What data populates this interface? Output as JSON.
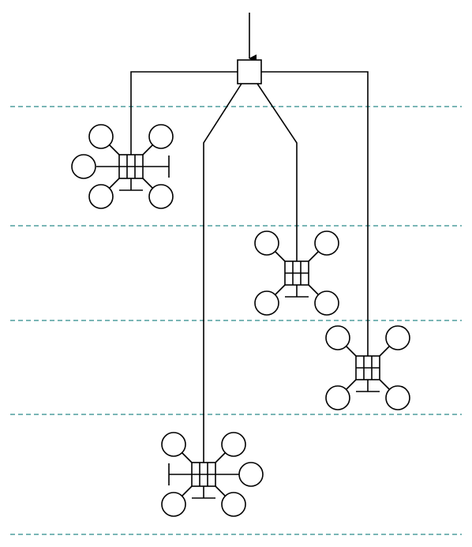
{
  "colors": {
    "line": "#000000",
    "divider": "#2a8a8a",
    "background": "#ffffff"
  },
  "diagram": {
    "source": {
      "icon": "input-arrow-icon",
      "hub": "distribution-hub-box"
    },
    "level_dividers": 5,
    "units": [
      {
        "id": "unit-1",
        "icon": "quadcopter-icon",
        "branch": "left-outer"
      },
      {
        "id": "unit-2",
        "icon": "quadcopter-icon",
        "branch": "right-inner"
      },
      {
        "id": "unit-3",
        "icon": "quadcopter-icon",
        "branch": "right-outer"
      },
      {
        "id": "unit-4",
        "icon": "quadcopter-icon",
        "branch": "left-inner"
      }
    ]
  }
}
